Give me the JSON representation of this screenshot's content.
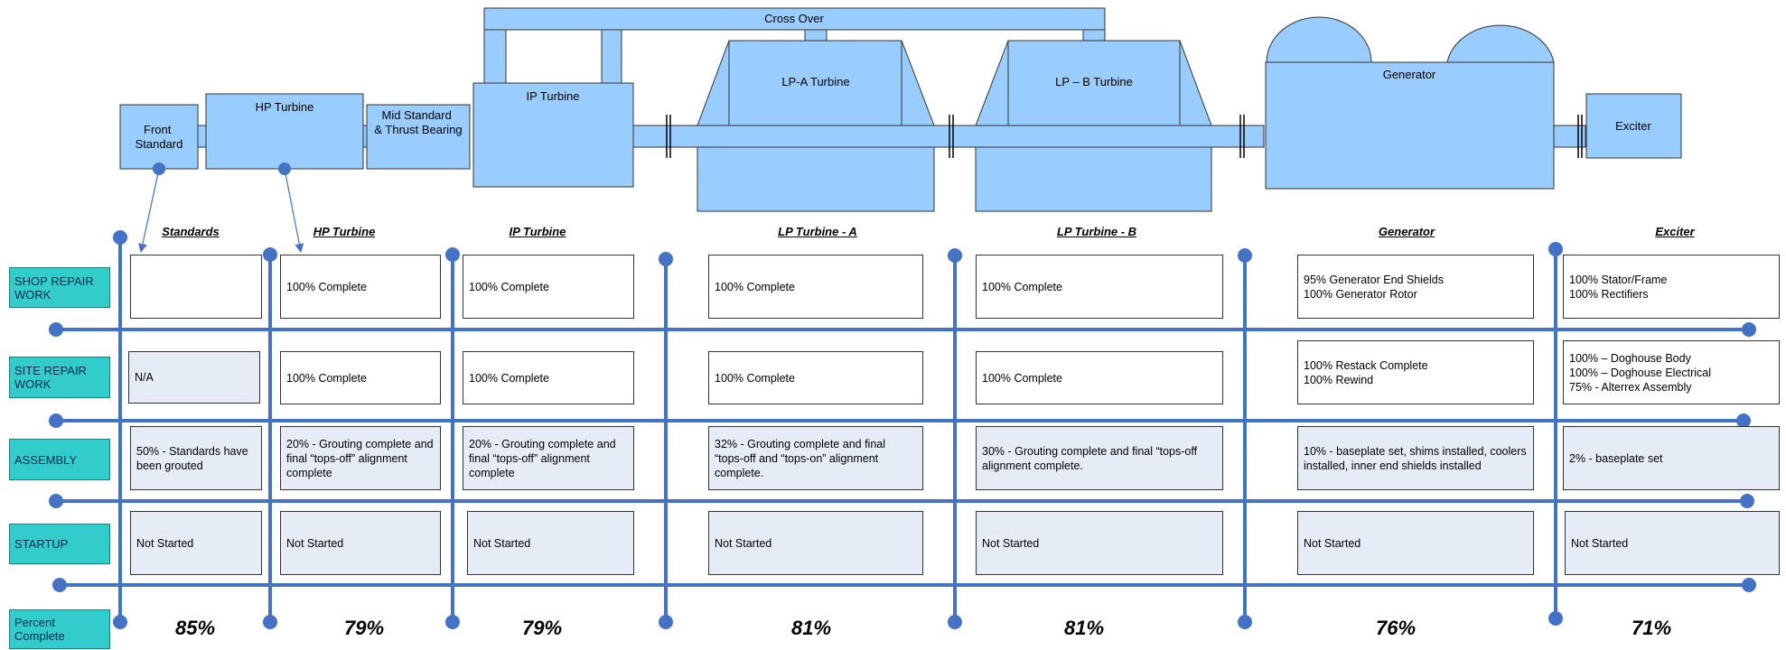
{
  "components": {
    "cross_over": "Cross Over",
    "front_standard": "Front\nStandard",
    "hp_turbine": "HP Turbine",
    "mid_standard": "Mid Standard\n& Thrust Bearing",
    "ip_turbine": "IP Turbine",
    "lpa_turbine": "LP-A Turbine",
    "lpb_turbine": "LP – B Turbine",
    "generator": "Generator",
    "exciter": "Exciter"
  },
  "columns": [
    {
      "name": "Standards",
      "percent": "85%"
    },
    {
      "name": "HP Turbine",
      "percent": "79%"
    },
    {
      "name": "IP Turbine",
      "percent": "79%"
    },
    {
      "name": "LP Turbine - A",
      "percent": "81%"
    },
    {
      "name": "LP Turbine - B",
      "percent": "81%"
    },
    {
      "name": "Generator",
      "percent": "76%"
    },
    {
      "name": "Exciter",
      "percent": "71%"
    }
  ],
  "rows": [
    {
      "label": "SHOP REPAIR\nWORK",
      "cells": [
        "",
        "100% Complete",
        "100% Complete",
        "100% Complete",
        "100% Complete",
        "95% Generator End Shields\n100% Generator Rotor",
        "100% Stator/Frame\n100% Rectifiers"
      ]
    },
    {
      "label": "SITE REPAIR\nWORK",
      "cells": [
        "N/A",
        "100% Complete",
        "100% Complete",
        "100% Complete",
        "100% Complete",
        "100% Restack Complete\n100% Rewind",
        "100% – Doghouse Body\n100% – Doghouse Electrical\n75% - Alterrex Assembly"
      ]
    },
    {
      "label": "ASSEMBLY",
      "cells": [
        "50% - Standards have been grouted",
        "20% - Grouting complete and final “tops-off” alignment complete",
        "20% - Grouting complete and final “tops-off” alignment complete",
        "32% - Grouting complete and final “tops-off and “tops-on” alignment complete.",
        "30% - Grouting complete and final “tops-off alignment complete.",
        "10% - baseplate set, shims installed, coolers installed, inner end shields installed",
        "2% - baseplate set"
      ]
    },
    {
      "label": "STARTUP",
      "cells": [
        "Not Started",
        "Not Started",
        "Not Started",
        "Not Started",
        "Not Started",
        "Not Started",
        "Not Started"
      ]
    },
    {
      "label": "Percent\nComplete"
    }
  ],
  "colors": {
    "shape_fill": "#99ccff",
    "line": "#4472c4",
    "label_fill": "#33cccc"
  }
}
